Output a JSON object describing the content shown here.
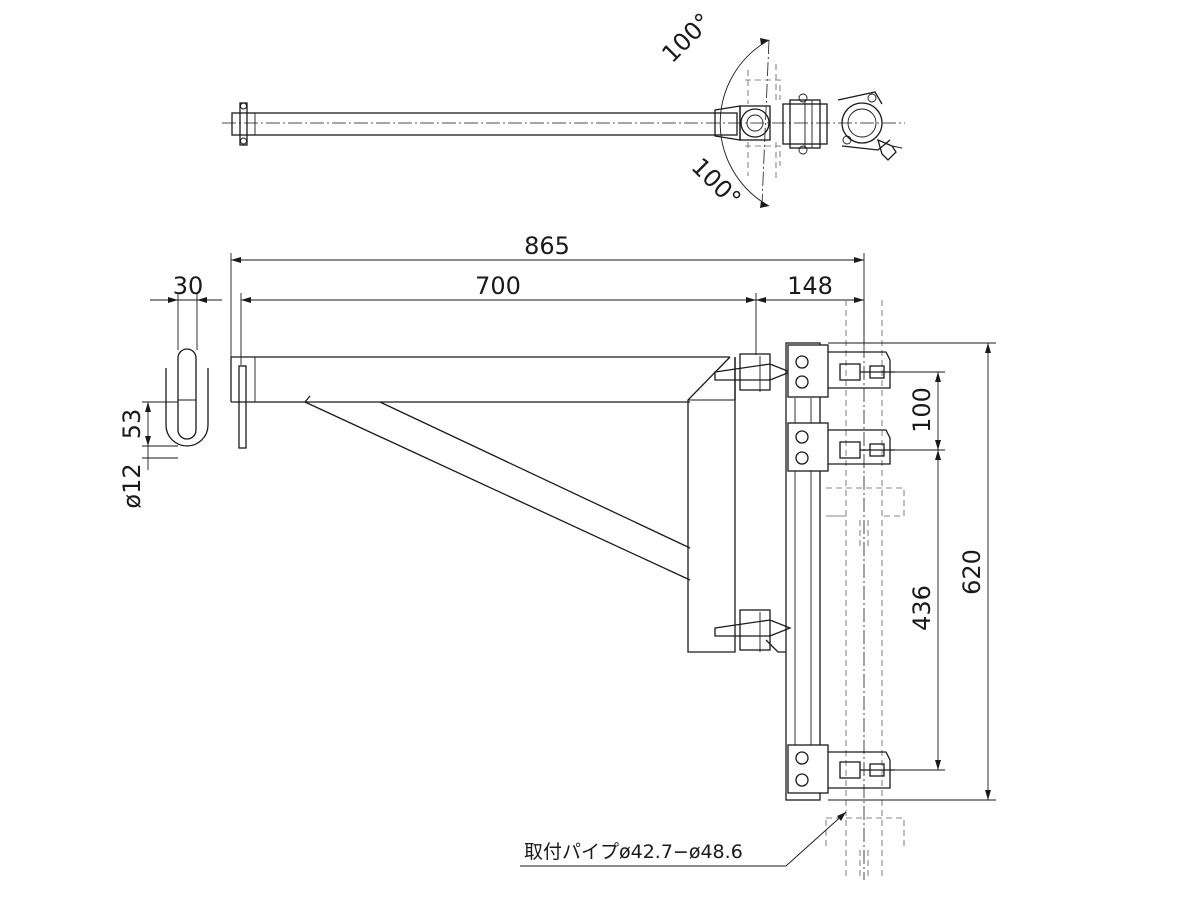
{
  "top_view": {
    "angle_upper": "100°",
    "angle_lower": "100°"
  },
  "dimensions": {
    "overall_width": "865",
    "arm_length": "700",
    "clamp_offset": "148",
    "pin_width": "30",
    "pin_height": "53",
    "pin_diameter": "ø12",
    "clamp_pitch_top": "100",
    "clamp_pitch_main": "436",
    "overall_height": "620"
  },
  "callouts": {
    "mounting_pipe": "取付パイプø42.7−ø48.6"
  }
}
